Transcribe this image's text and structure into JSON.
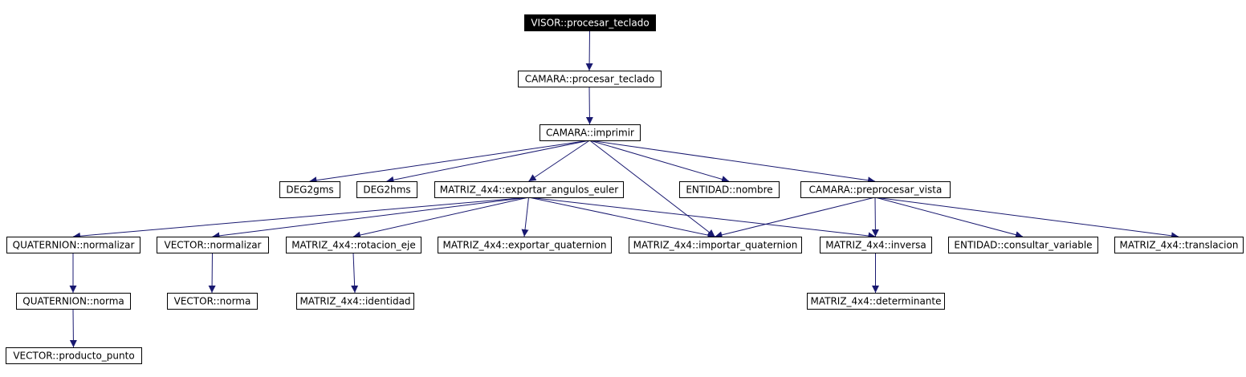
{
  "colors": {
    "edge": "#191970",
    "root_fill": "#000000",
    "root_text": "#ffffff",
    "node_fill": "#ffffff",
    "node_border": "#000000"
  },
  "nodes": [
    {
      "id": "visor_procesar_teclado",
      "label": "VISOR::procesar_teclado",
      "root": true
    },
    {
      "id": "camara_procesar_teclado",
      "label": "CAMARA::procesar_teclado"
    },
    {
      "id": "camara_imprimir",
      "label": "CAMARA::imprimir"
    },
    {
      "id": "deg2gms",
      "label": "DEG2gms"
    },
    {
      "id": "deg2hms",
      "label": "DEG2hms"
    },
    {
      "id": "matriz_exportar_angulos_euler",
      "label": "MATRIZ_4x4::exportar_angulos_euler"
    },
    {
      "id": "entidad_nombre",
      "label": "ENTIDAD::nombre"
    },
    {
      "id": "camara_preprocesar_vista",
      "label": "CAMARA::preprocesar_vista"
    },
    {
      "id": "quaternion_normalizar",
      "label": "QUATERNION::normalizar"
    },
    {
      "id": "vector_normalizar",
      "label": "VECTOR::normalizar"
    },
    {
      "id": "matriz_rotacion_eje",
      "label": "MATRIZ_4x4::rotacion_eje"
    },
    {
      "id": "matriz_exportar_quaternion",
      "label": "MATRIZ_4x4::exportar_quaternion"
    },
    {
      "id": "matriz_importar_quaternion",
      "label": "MATRIZ_4x4::importar_quaternion"
    },
    {
      "id": "matriz_inversa",
      "label": "MATRIZ_4x4::inversa"
    },
    {
      "id": "entidad_consultar_variable",
      "label": "ENTIDAD::consultar_variable"
    },
    {
      "id": "matriz_translacion",
      "label": "MATRIZ_4x4::translacion"
    },
    {
      "id": "quaternion_norma",
      "label": "QUATERNION::norma"
    },
    {
      "id": "vector_norma",
      "label": "VECTOR::norma"
    },
    {
      "id": "matriz_identidad",
      "label": "MATRIZ_4x4::identidad"
    },
    {
      "id": "matriz_determinante",
      "label": "MATRIZ_4x4::determinante"
    },
    {
      "id": "vector_producto_punto",
      "label": "VECTOR::producto_punto"
    }
  ],
  "edges": [
    [
      "visor_procesar_teclado",
      "camara_procesar_teclado"
    ],
    [
      "camara_procesar_teclado",
      "camara_imprimir"
    ],
    [
      "camara_imprimir",
      "deg2gms"
    ],
    [
      "camara_imprimir",
      "deg2hms"
    ],
    [
      "camara_imprimir",
      "matriz_exportar_angulos_euler"
    ],
    [
      "camara_imprimir",
      "matriz_importar_quaternion"
    ],
    [
      "camara_imprimir",
      "entidad_nombre"
    ],
    [
      "camara_imprimir",
      "camara_preprocesar_vista"
    ],
    [
      "matriz_exportar_angulos_euler",
      "quaternion_normalizar"
    ],
    [
      "matriz_exportar_angulos_euler",
      "vector_normalizar"
    ],
    [
      "matriz_exportar_angulos_euler",
      "matriz_rotacion_eje"
    ],
    [
      "matriz_exportar_angulos_euler",
      "matriz_exportar_quaternion"
    ],
    [
      "matriz_exportar_angulos_euler",
      "matriz_importar_quaternion"
    ],
    [
      "matriz_exportar_angulos_euler",
      "matriz_inversa"
    ],
    [
      "camara_preprocesar_vista",
      "matriz_importar_quaternion"
    ],
    [
      "camara_preprocesar_vista",
      "matriz_inversa"
    ],
    [
      "camara_preprocesar_vista",
      "entidad_consultar_variable"
    ],
    [
      "camara_preprocesar_vista",
      "matriz_translacion"
    ],
    [
      "quaternion_normalizar",
      "quaternion_norma"
    ],
    [
      "vector_normalizar",
      "vector_norma"
    ],
    [
      "matriz_rotacion_eje",
      "matriz_identidad"
    ],
    [
      "matriz_inversa",
      "matriz_determinante"
    ],
    [
      "quaternion_norma",
      "vector_producto_punto"
    ]
  ]
}
